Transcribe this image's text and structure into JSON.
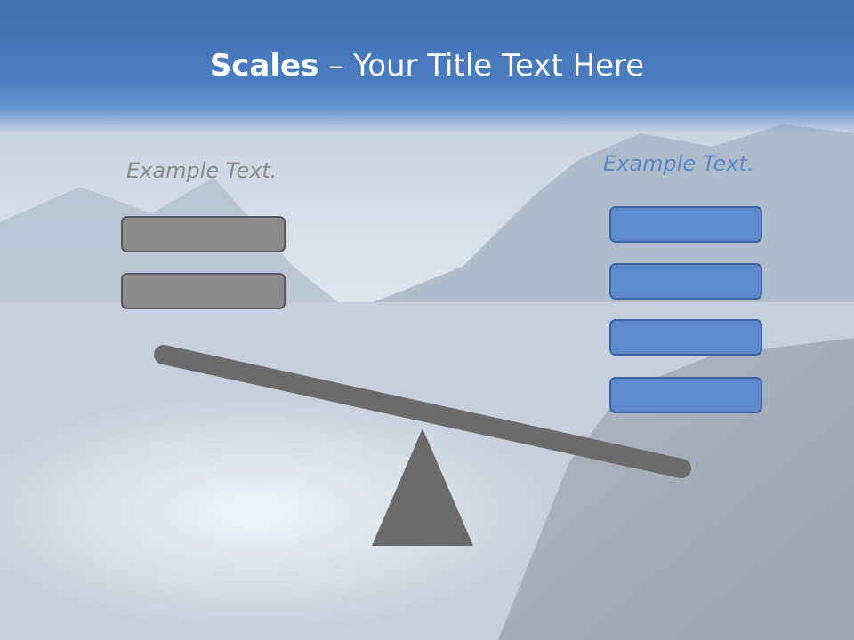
{
  "slide": {
    "title_bold": "Scales",
    "title_rest": " – Your Title Text Here",
    "left_label": "Example Text.",
    "right_label": "Example Text.",
    "left_box_count": 2,
    "right_box_count": 4
  },
  "colors": {
    "title_band": "#4a7dc0",
    "left_box": "#8c8c8c",
    "right_box": "#5f8ad0",
    "beam": "#6b6b6b",
    "fulcrum": "#6b6b6b"
  }
}
